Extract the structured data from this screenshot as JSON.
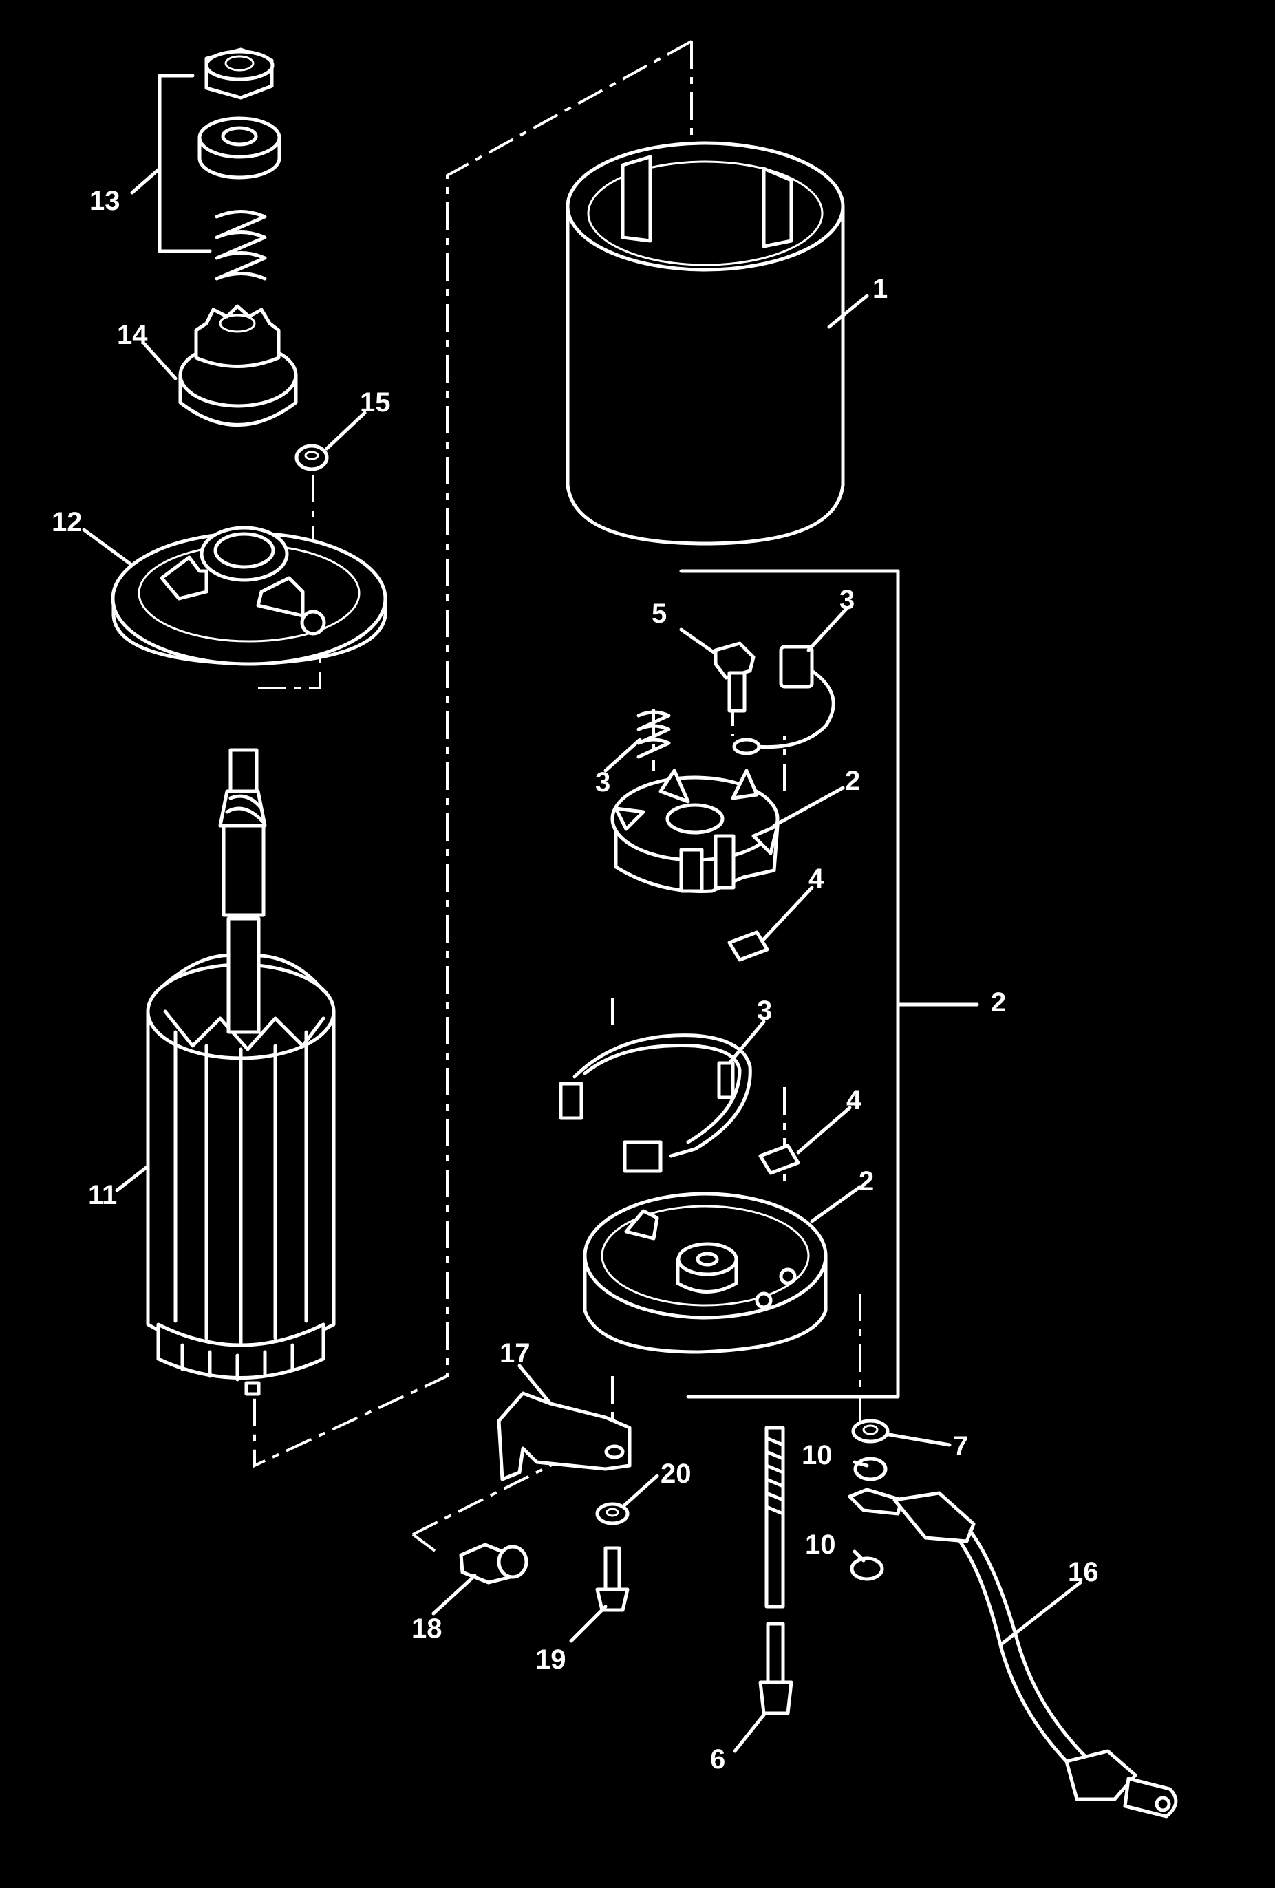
{
  "callouts": {
    "c1": "1",
    "c2a": "2",
    "c2b": "2",
    "c2c": "2",
    "c3a": "3",
    "c3b": "3",
    "c3c": "3",
    "c4a": "4",
    "c4b": "4",
    "c5": "5",
    "c6": "6",
    "c7": "7",
    "c10a": "10",
    "c10b": "10",
    "c11": "11",
    "c12": "12",
    "c13": "13",
    "c14": "14",
    "c15": "15",
    "c16": "16",
    "c17": "17",
    "c18": "18",
    "c19": "19",
    "c20": "20"
  },
  "colors": {
    "background": "#000000",
    "linework": "#ffffff"
  }
}
